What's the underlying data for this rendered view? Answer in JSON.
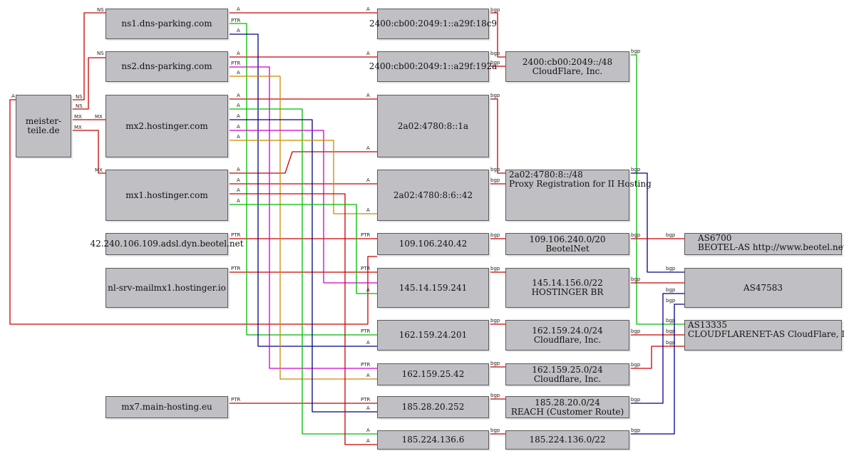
{
  "nodes": {
    "domain": "meister-teile.de",
    "ns1": "ns1.dns-parking.com",
    "ns2": "ns2.dns-parking.com",
    "mx2": "mx2.hostinger.com",
    "mx1": "mx1.hostinger.com",
    "ptr_beotel": "42.240.106.109.adsl.dyn.beotel.net",
    "ptr_nlsrv": "nl-srv-mailmx1.hostinger.io",
    "mx7": "mx7.main-hosting.eu",
    "ip6_a": "2400:cb00:2049:1::a29f:18c9",
    "ip6_b": "2400:cb00:2049:1::a29f:192a",
    "ip6_c": "2a02:4780:8::1a",
    "ip6_d": "2a02:4780:8:6::42",
    "ip4_a": "109.106.240.42",
    "ip4_b": "145.14.159.241",
    "ip4_c": "162.159.24.201",
    "ip4_d": "162.159.25.42",
    "ip4_e": "185.28.20.252",
    "ip4_f": "185.224.136.6",
    "pfx_cf6": {
      "l1": "2400:cb00:2049::/48",
      "l2": "CloudFlare, Inc."
    },
    "pfx_hs6": {
      "l1": "2a02:4780:8::/48",
      "l2": "Proxy Registration for II Hosting"
    },
    "pfx_bt": {
      "l1": "109.106.240.0/20",
      "l2": "BeotelNet"
    },
    "pfx_hbr": {
      "l1": "145.14.156.0/22",
      "l2": "HOSTINGER BR"
    },
    "pfx_cf24": {
      "l1": "162.159.24.0/24",
      "l2": "Cloudflare, Inc."
    },
    "pfx_cf25": {
      "l1": "162.159.25.0/24",
      "l2": "Cloudflare, Inc."
    },
    "pfx_reach": {
      "l1": "185.28.20.0/24",
      "l2": "REACH (Customer Route)"
    },
    "pfx_185224": "185.224.136.0/22",
    "as6700": {
      "l1": "AS6700",
      "l2": "BEOTEL-AS http://www.beotel.net"
    },
    "as47583": "AS47583",
    "as13335": {
      "l1": "AS13335",
      "l2": "CLOUDFLARENET-AS CloudFlare, Inc."
    }
  },
  "edge_labels": {
    "ns": "NS",
    "mx": "MX",
    "a": "A",
    "ptr": "PTR",
    "bgp": "bgp"
  },
  "colors": {
    "red": "#cc0000",
    "green": "#00bb00",
    "navy": "#00008b",
    "magenta": "#cc00cc",
    "orange": "#cc8800",
    "node_fill": "#c0bfc4"
  }
}
